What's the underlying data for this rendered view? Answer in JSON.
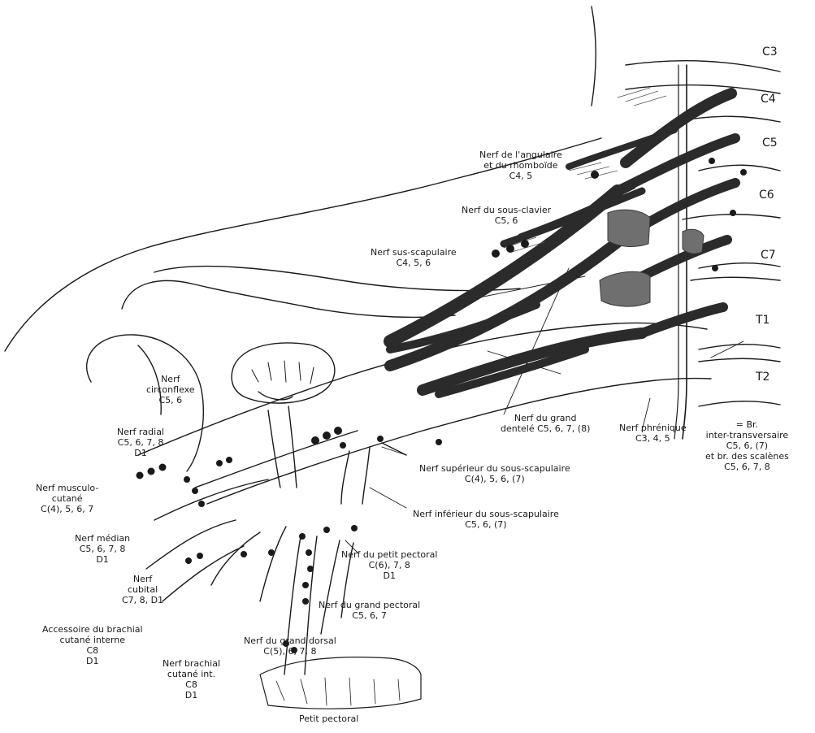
{
  "levels": {
    "c3": "C3",
    "c4": "C4",
    "c5": "C5",
    "c6": "C6",
    "c7": "C7",
    "t1": "T1",
    "t2": "T2"
  },
  "labels": {
    "angulaire": {
      "l1": "Nerf de l'angulaire",
      "l2": "et du rhomboïde",
      "l3": "C4, 5"
    },
    "sous_clavier": {
      "l1": "Nerf du sous-clavier",
      "l2": "C5, 6"
    },
    "sus_scapulaire": {
      "l1": "Nerf sus-scapulaire",
      "l2": "C4, 5, 6"
    },
    "circonflexe": {
      "l1": "Nerf",
      "l2": "circonflexe",
      "l3": "C5, 6"
    },
    "radial": {
      "l1": "Nerf radial",
      "l2": "C5, 6, 7, 8",
      "l3": "D1"
    },
    "musculo_cutane": {
      "l1": "Nerf musculo-",
      "l2": "cutané",
      "l3": "C(4), 5, 6, 7"
    },
    "median": {
      "l1": "Nerf médian",
      "l2": "C5, 6, 7, 8",
      "l3": "D1"
    },
    "cubital": {
      "l1": "Nerf",
      "l2": "cubital",
      "l3": "C7, 8, D1"
    },
    "accessoire": {
      "l1": "Accessoire du brachial",
      "l2": "cutané interne",
      "l3": "C8",
      "l4": "D1"
    },
    "brachial_cutane": {
      "l1": "Nerf brachial",
      "l2": "cutané int.",
      "l3": "C8",
      "l4": "D1"
    },
    "grand_dorsal": {
      "l1": "Nerf du grand dorsal",
      "l2": "C(5), 6, 7, 8"
    },
    "petit_pectoral_muscle": {
      "l1": "Petit pectoral"
    },
    "grand_pectoral": {
      "l1": "Nerf du grand pectoral",
      "l2": "C5, 6, 7"
    },
    "petit_pectoral": {
      "l1": "Nerf du petit pectoral",
      "l2": "C(6), 7, 8",
      "l3": "D1"
    },
    "inferieur_sous_scap": {
      "l1": "Nerf inférieur du sous-scapulaire",
      "l2": "C5, 6, (7)"
    },
    "superieur_sous_scap": {
      "l1": "Nerf supérieur du sous-scapulaire",
      "l2": "C(4), 5, 6, (7)"
    },
    "grand_dentele": {
      "l1": "Nerf du grand",
      "l2": "dentelé C5, 6, 7, (8)"
    },
    "phrenique": {
      "l1": "Nerf phrénique",
      "l2": "C3, 4, 5"
    },
    "inter_transversaire": {
      "l1": "= Br.",
      "l2": "inter-transversaire",
      "l3": "C5, 6, (7)",
      "l4": "et br. des scalènes",
      "l5": "C5, 6, 7, 8"
    }
  },
  "colors": {
    "ink": "#1a1a1a",
    "trunk_dark": "#2b2b2b",
    "ganglion_grey": "#6f6f6f",
    "background": "#ffffff"
  }
}
